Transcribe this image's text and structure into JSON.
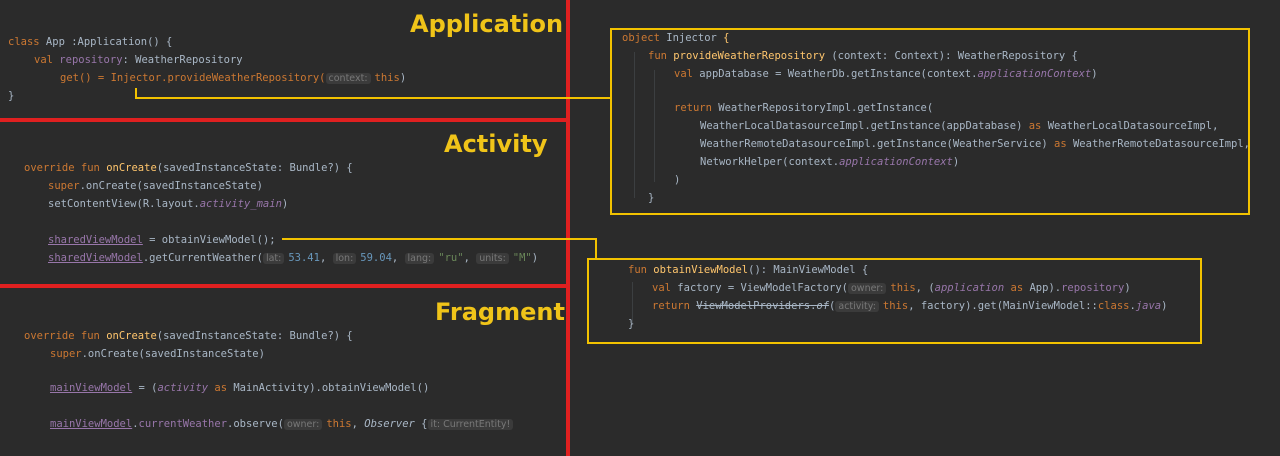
{
  "sections": {
    "application": "Application",
    "activity": "Activity",
    "fragment": "Fragment"
  },
  "colors": {
    "divider": "#e02020",
    "highlight_box": "#f2c200",
    "title": "#f0c419",
    "background": "#2b2b2b"
  },
  "application_code": {
    "l1_a": "class",
    "l1_b": " App :Application() {",
    "l2_a": "val ",
    "l2_b": "repository",
    "l2_c": ": WeatherRepository",
    "l3_a": "get() = Injector.provideWeatherRepository(",
    "l3_hint": "context:",
    "l3_b": "this",
    "l3_c": ")",
    "l4": "}"
  },
  "activity_code": {
    "l1_a": "override fun ",
    "l1_b": "onCreate",
    "l1_c": "(savedInstanceState: Bundle?) {",
    "l2_a": "super",
    "l2_b": ".onCreate(savedInstanceState)",
    "l3_a": "setContentView(R.layout.",
    "l3_b": "activity_main",
    "l3_c": ")",
    "l4_a": "sharedViewModel",
    "l4_b": " = obtainViewModel();",
    "l5_a": "sharedViewModel",
    "l5_b": ".getCurrentWeather(",
    "l5_hint1": "lat:",
    "l5_v1": "53.41",
    "l5_sep": ", ",
    "l5_hint2": "lon:",
    "l5_v2": "59.04",
    "l5_hint3": "lang:",
    "l5_v3": "\"ru\"",
    "l5_hint4": "units:",
    "l5_v4": "\"M\"",
    "l5_end": ")"
  },
  "fragment_code": {
    "l1_a": "override fun ",
    "l1_b": "onCreate",
    "l1_c": "(savedInstanceState: Bundle?) {",
    "l2_a": "super",
    "l2_b": ".onCreate(savedInstanceState)",
    "l3_a": "mainViewModel",
    "l3_b": " = (",
    "l3_c": "activity",
    "l3_d": " as ",
    "l3_e": "MainActivity).obtainViewModel()",
    "l4_a": "mainViewModel",
    "l4_b": ".",
    "l4_c": "currentWeather",
    "l4_d": ".observe(",
    "l4_hint": "owner:",
    "l4_e": "this",
    "l4_f": ", ",
    "l4_g": "Observer",
    "l4_h": " {",
    "l4_hint2": "it: CurrentEntity!"
  },
  "injector_code": {
    "l1_a": "object",
    "l1_b": " Injector ",
    "l1_c": "{",
    "l2_a": "fun ",
    "l2_b": "provideWeatherRepository",
    "l2_c": " (context: Context): WeatherRepository {",
    "l3_a": "val ",
    "l3_b": "appDatabase = WeatherDb.getInstance(context.",
    "l3_c": "applicationContext",
    "l3_d": ")",
    "l4_a": "return ",
    "l4_b": "WeatherRepositoryImpl.getInstance(",
    "l5_a": "WeatherLocalDatasourceImpl.getInstance(appDatabase) ",
    "l5_b": "as ",
    "l5_c": "WeatherLocalDatasourceImpl,",
    "l6_a": "WeatherRemoteDatasourceImpl.getInstance(WeatherService) ",
    "l6_b": "as ",
    "l6_c": "WeatherRemoteDatasourceImpl,",
    "l7_a": "NetworkHelper(context.",
    "l7_b": "applicationContext",
    "l7_c": ")",
    "l8": ")",
    "l9": "}",
    "l10": "}"
  },
  "viewmodel_code": {
    "l1_a": "fun ",
    "l1_b": "obtainViewModel",
    "l1_c": "(): MainViewModel {",
    "l2_a": "val ",
    "l2_b": "factory = ViewModelFactory(",
    "l2_hint": "owner:",
    "l2_c": "this",
    "l2_d": ", (",
    "l2_e": "application",
    "l2_f": " as ",
    "l2_g": "App).",
    "l2_h": "repository",
    "l2_i": ")",
    "l3_a": "return ",
    "l3_b": "ViewModelProviders",
    "l3_c": ".",
    "l3_d": "of",
    "l3_e": "(",
    "l3_hint": "activity:",
    "l3_f": "this",
    "l3_g": ", factory).get(MainViewModel::",
    "l3_h": "class",
    "l3_i": ".",
    "l3_j": "java",
    "l3_k": ")",
    "l4": "}"
  }
}
